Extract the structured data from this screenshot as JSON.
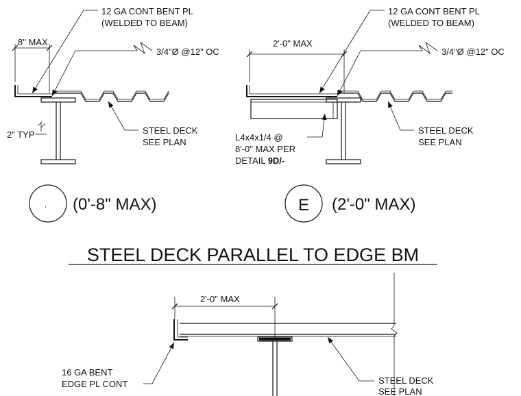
{
  "detail_a": {
    "callout_bent_plate": [
      "12 GA CONT BENT PL",
      "(WELDED TO BEAM)"
    ],
    "dim_max": "8\" MAX",
    "callout_studs": "3/4\"Ø @12\" OC",
    "callout_typ": "2\" TYP",
    "callout_deck": [
      "STEEL DECK",
      "SEE PLAN"
    ],
    "bubble_text": "",
    "caption": "(0'-8\" MAX)"
  },
  "detail_b": {
    "callout_bent_plate": [
      "12 GA CONT BENT PL",
      "(WELDED TO BEAM)"
    ],
    "dim_max": "2'-0\" MAX",
    "callout_studs": "3/4\"Ø @12\" OC",
    "callout_angle": [
      "L4x4x1/4 @",
      "8'-0\" MAX PER"
    ],
    "callout_angle_detail_prefix": "DETAIL ",
    "callout_angle_detail_ref": "9D/-",
    "callout_deck": [
      "STEEL DECK",
      "SEE PLAN"
    ],
    "bubble_text": "E",
    "caption": "(2'-0\" MAX)"
  },
  "section_title": "STEEL DECK PARALLEL TO EDGE BM",
  "detail_c": {
    "dim_max": "2'-0\" MAX",
    "callout_edge_plate": [
      "16 GA BENT",
      "EDGE PL CONT"
    ],
    "callout_deck": [
      "STEEL DECK",
      "SEE PLAN"
    ]
  }
}
